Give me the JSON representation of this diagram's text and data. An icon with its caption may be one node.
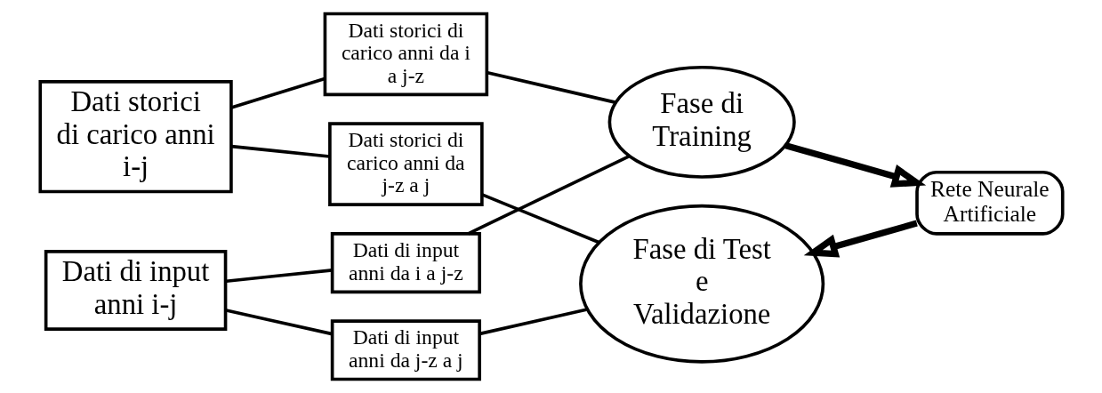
{
  "diagram": {
    "nodes": [
      {
        "text": [
          "Dati storici di carico anni i-j"
        ]
      },
      {
        "text": [
          "Dati di input anni i-j"
        ]
      },
      {
        "text": [
          "Dati storici di carico anni da i a j-z"
        ]
      },
      {
        "text": [
          "Dati storici di carico anni da j-z a j"
        ]
      },
      {
        "text": [
          "Dati di input anni da i a j-z"
        ]
      },
      {
        "text": [
          "Dati di input anni da j-z a j"
        ]
      },
      {
        "text": [
          "Fase di Training"
        ]
      },
      {
        "text": [
          "Fase di Test e Validazione"
        ]
      },
      {
        "text": [
          "Rete Neurale Artificiale"
        ]
      }
    ],
    "edges": [
      {
        "from": 0,
        "to": 2,
        "arrow": "none"
      },
      {
        "from": 0,
        "to": 3,
        "arrow": "none"
      },
      {
        "from": 1,
        "to": 4,
        "arrow": "none"
      },
      {
        "from": 1,
        "to": 5,
        "arrow": "none"
      },
      {
        "from": 2,
        "to": 6,
        "arrow": "none"
      },
      {
        "from": 3,
        "to": 7,
        "arrow": "none"
      },
      {
        "from": 4,
        "to": 6,
        "arrow": "none"
      },
      {
        "from": 5,
        "to": 7,
        "arrow": "none"
      },
      {
        "from": 6,
        "to": 8,
        "arrow": "to",
        "style": "thick"
      },
      {
        "from": 8,
        "to": 7,
        "arrow": "to",
        "style": "thick"
      }
    ]
  }
}
